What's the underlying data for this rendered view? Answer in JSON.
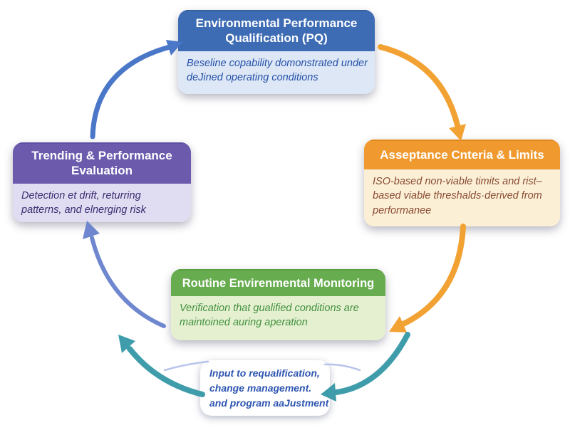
{
  "diagram": {
    "nodes": [
      {
        "id": "environmental-performance-qualification",
        "header": "Environmental Performance Qualification (PQ)",
        "body": "Beseline copability domonstrated under deJined operating conditions",
        "header_bg": "#3d6cb4",
        "body_bg": "#dde7f6",
        "body_text_color": "#2450a8"
      },
      {
        "id": "acceptance-criteria-limits",
        "header": "Asseptance Cnteria & Limits",
        "body": "ISO-based non-viable timits and rist–based viable threshalds·derived from performanee",
        "header_bg": "#f0992e",
        "body_bg": "#fbf0d6",
        "body_text_color": "#8a4a33"
      },
      {
        "id": "routine-environmental-monitoring",
        "header": "Routine Envirenmental Monıtoring",
        "body": "Verification that gualified conditions are maintoined auring aperation",
        "header_bg": "#67ac4f",
        "body_bg": "#e4f0d0",
        "body_text_color": "#42903e"
      },
      {
        "id": "trending-performance-evaluation",
        "header": "Trending & Performance Evaluation",
        "body": "Detection et drift, returring patterns, and elnerging risk",
        "header_bg": "#6c5bad",
        "body_bg": "#e0dcf1",
        "body_text_color": "#3b2d72"
      }
    ],
    "note": {
      "line1": "Input to requalification,",
      "line2": "change management.",
      "line3": "and program aaJustment",
      "bg": "#ffffff",
      "text_color": "#2d55b0"
    },
    "arrow_colors": {
      "blue": "#4a77c8",
      "orange": "#f2a233",
      "teal": "#3f9dab",
      "periwinkle": "#6f87cf",
      "swoosh": "#b7c3ea"
    }
  }
}
